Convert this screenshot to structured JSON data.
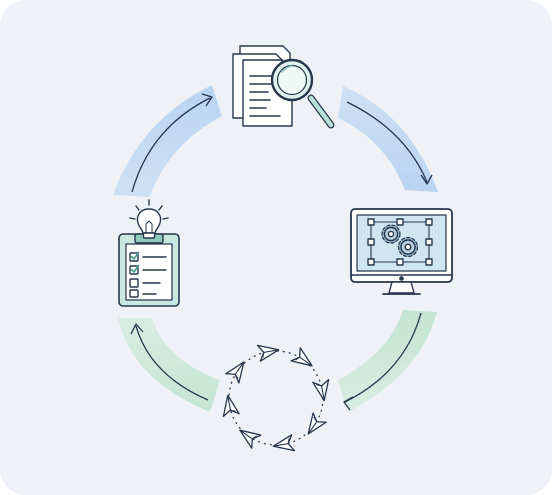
{
  "diagram": {
    "kind": "cycle",
    "direction": "clockwise",
    "stages": [
      {
        "id": "research",
        "icon": "document-search-icon"
      },
      {
        "id": "design",
        "icon": "monitor-gears-icon"
      },
      {
        "id": "distribute",
        "icon": "paper-planes-cycle-icon"
      },
      {
        "id": "plan",
        "icon": "clipboard-idea-icon"
      }
    ],
    "connectors": [
      {
        "from": "plan",
        "to": "research",
        "color": "#bcd6f1"
      },
      {
        "from": "research",
        "to": "design",
        "color": "#bcd6f1"
      },
      {
        "from": "design",
        "to": "distribute",
        "color": "#cfe8d9"
      },
      {
        "from": "distribute",
        "to": "plan",
        "color": "#cfe8d9"
      }
    ],
    "colors": {
      "background": "#eef2f7",
      "ink": "#26364d",
      "blue_band": "#bcd6f1",
      "green_band": "#cfe8d9",
      "teal_fill": "#c8e8e0",
      "paper_fill": "#ffffff"
    }
  }
}
